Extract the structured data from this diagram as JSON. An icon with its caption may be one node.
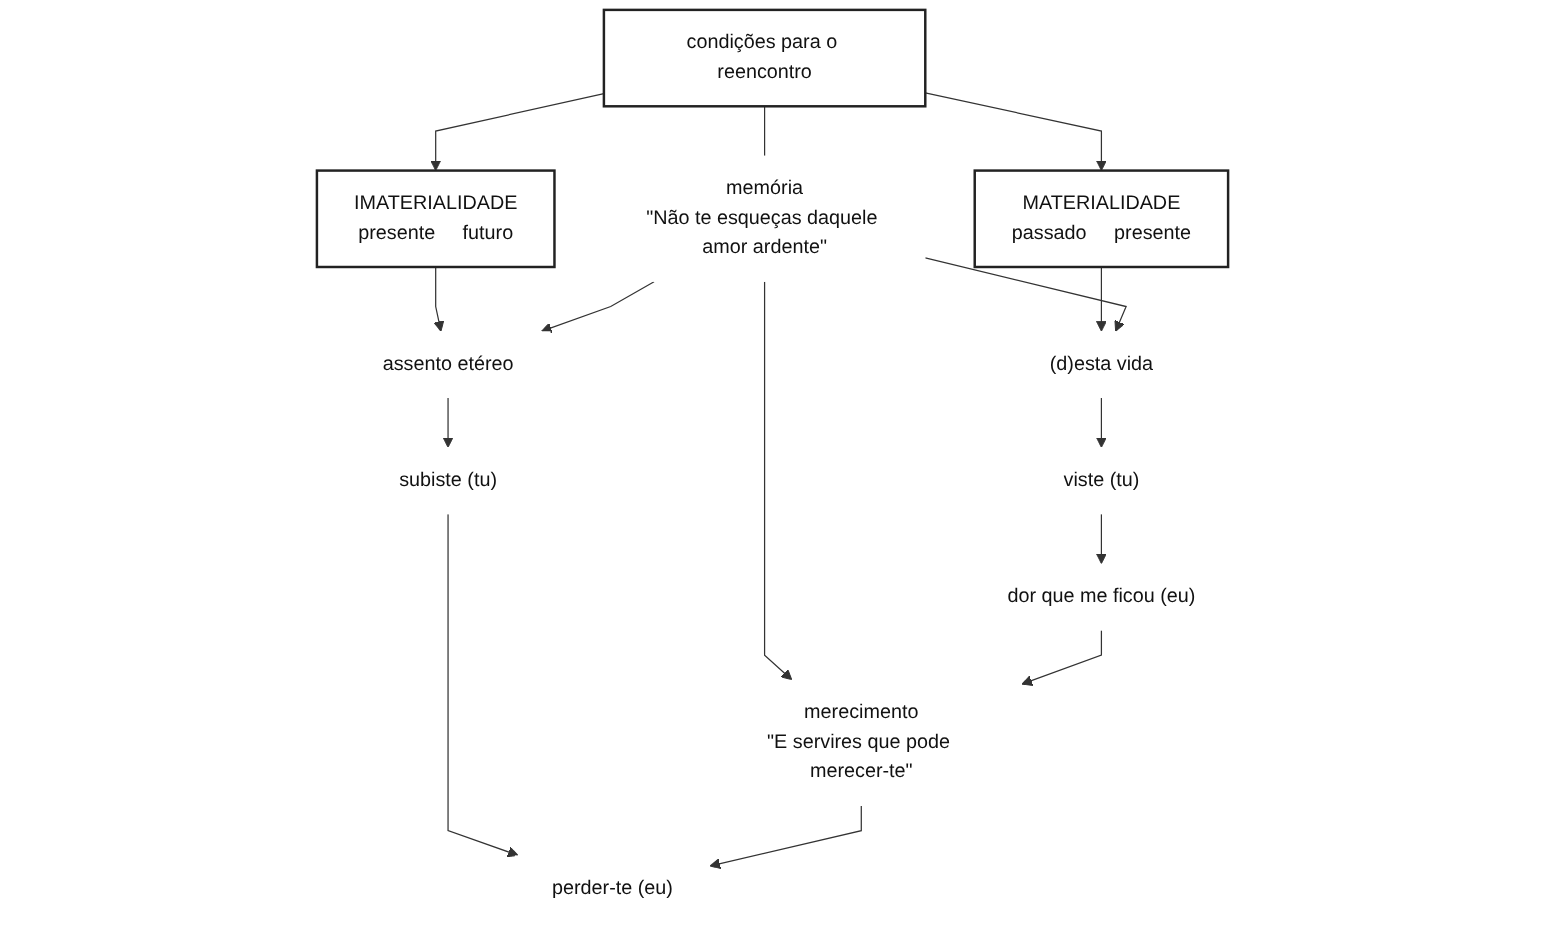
{
  "diagram": {
    "nodes": [
      {
        "text": [
          "condições para o reencontro"
        ]
      },
      {
        "text": [
          "MATERIALIDADE",
          "passado",
          "presente"
        ]
      },
      {
        "text": [
          "IMATERIALIDADE",
          "presente",
          "futuro"
        ]
      },
      {
        "text": [
          "(d)esta vida"
        ]
      },
      {
        "text": [
          "memória",
          "\"Não te esqueças daquele amor ardente\""
        ]
      },
      {
        "text": [
          "assento etéreo"
        ]
      },
      {
        "text": [
          "viste (tu)"
        ]
      },
      {
        "text": [
          "subiste (tu)"
        ]
      },
      {
        "text": [
          "dor que me ficou (eu)"
        ]
      },
      {
        "text": [
          "merecimento",
          "\"E servires que pode merecer-te\""
        ]
      },
      {
        "text": [
          "perder-te (eu)"
        ]
      }
    ],
    "edges": [
      {
        "from": 0,
        "to": 2,
        "arrow": "to"
      },
      {
        "from": 0,
        "to": 4,
        "arrow": "none"
      },
      {
        "from": 0,
        "to": 1,
        "arrow": "to"
      },
      {
        "from": 1,
        "to": 3,
        "arrow": "to"
      },
      {
        "from": 2,
        "to": 5,
        "arrow": "to"
      },
      {
        "from": 4,
        "to": 3,
        "arrow": "to"
      },
      {
        "from": 4,
        "to": 5,
        "arrow": "to"
      },
      {
        "from": 3,
        "to": 6,
        "arrow": "to"
      },
      {
        "from": 4,
        "to": 9,
        "arrow": "to"
      },
      {
        "from": 5,
        "to": 7,
        "arrow": "to"
      },
      {
        "from": 6,
        "to": 8,
        "arrow": "to"
      },
      {
        "from": 7,
        "to": 10,
        "arrow": "to"
      },
      {
        "from": 8,
        "to": 9,
        "arrow": "to"
      },
      {
        "from": 9,
        "to": 10,
        "arrow": "to"
      }
    ]
  }
}
